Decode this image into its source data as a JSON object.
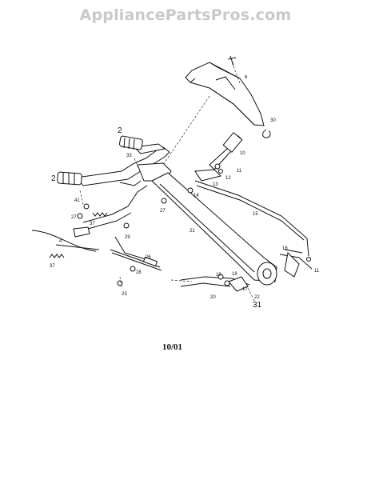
{
  "watermark": "AppliancePartsPros.com",
  "date_code": "10/01",
  "callouts": {
    "c2a": "2",
    "c2b": "2",
    "c6": "6",
    "c30": "30",
    "c10": "10",
    "c11a": "11",
    "c12": "12",
    "c13": "13",
    "c14": "14",
    "c15": "15",
    "c33": "33",
    "c41": "41",
    "c27a": "27",
    "c27b": "27",
    "c37a": "37",
    "c37b": "37",
    "c29": "29",
    "c21": "21",
    "c4": "4",
    "c26": "26",
    "c28": "28",
    "c23": "23",
    "c16": "16",
    "c11b": "11",
    "c19": "19",
    "c18": "18",
    "c17": "17",
    "c20": "20",
    "c31": "31",
    "c22": "22"
  }
}
